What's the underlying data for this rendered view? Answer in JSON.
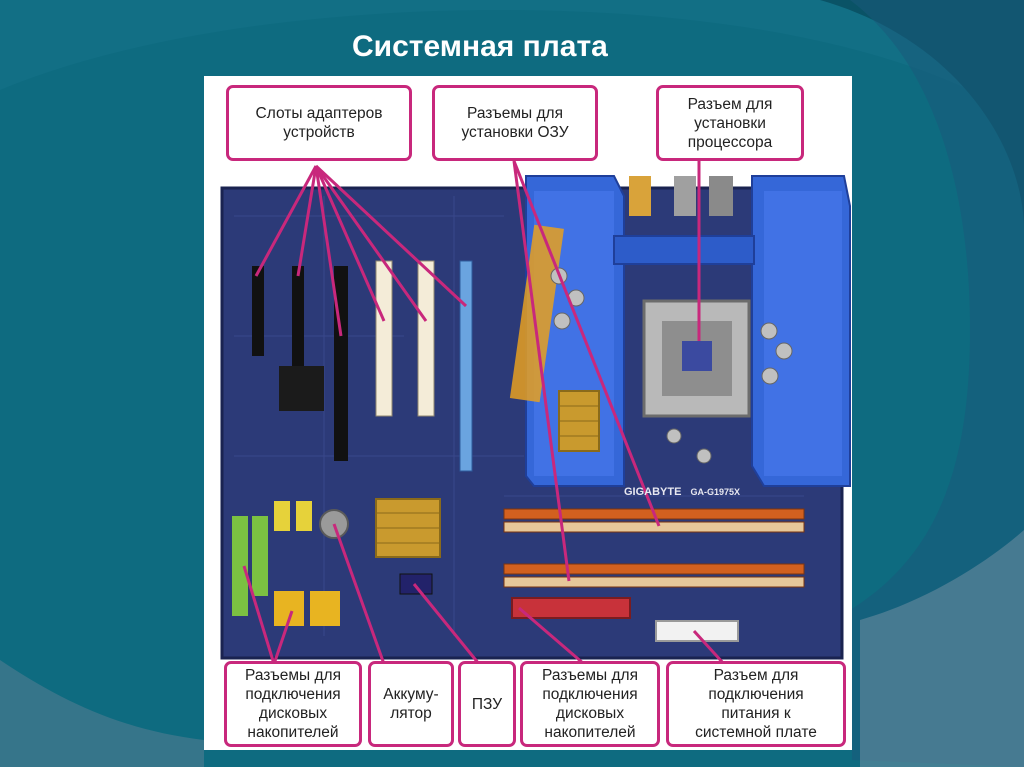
{
  "slide": {
    "title": "Системная плата",
    "colors": {
      "background": "#0f6a80",
      "accent": "#c8287c",
      "board": "#2c3a78"
    }
  },
  "labels": {
    "adapter_slots": [
      "Слоты адаптеров",
      "устройств"
    ],
    "ram_slots": [
      "Разъемы для",
      "установки ОЗУ"
    ],
    "cpu_socket": [
      "Разъем для",
      "установки",
      "процессора"
    ],
    "disk_connectors_left": [
      "Разъемы для",
      "подключения",
      "дисковых",
      "накопителей"
    ],
    "battery": [
      "Аккуму-",
      "лятор"
    ],
    "rom": [
      "ПЗУ"
    ],
    "disk_connectors_right": [
      "Разъемы для",
      "подключения",
      "дисковых",
      "накопителей"
    ],
    "power_connector": [
      "Разъем для",
      "подключения",
      "питания к",
      "системной плате"
    ]
  },
  "board_marking": {
    "brand": "GIGABYTE",
    "model": "GA-G1975X"
  }
}
